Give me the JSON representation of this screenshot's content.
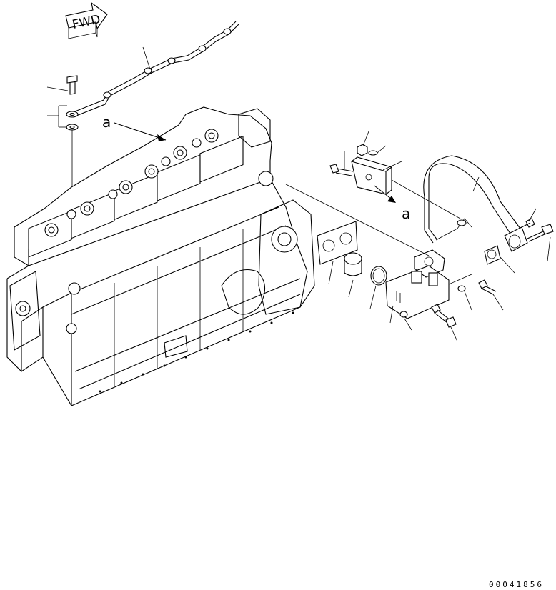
{
  "direction_arrow": {
    "text": "FWD"
  },
  "view_labels": {
    "a_near_head": "a",
    "a_near_bracket": "a"
  },
  "document_number": "00041856"
}
